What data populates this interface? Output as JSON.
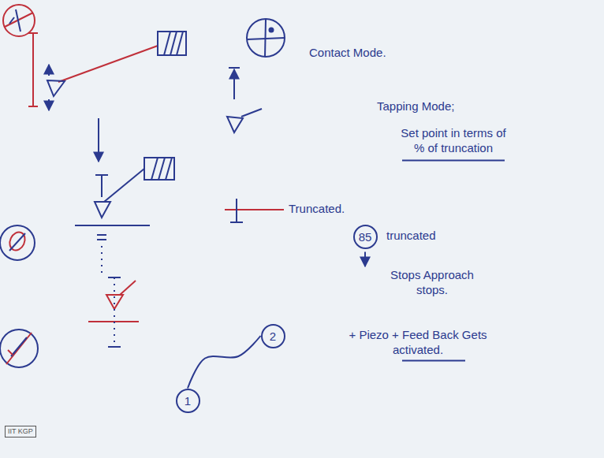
{
  "diagram": {
    "nodes": [
      {
        "text": [
          "85"
        ]
      },
      {
        "text": [
          "1"
        ]
      },
      {
        "text": [
          "2"
        ]
      }
    ],
    "edges": [
      {
        "from": 1,
        "to": 2,
        "arrow": "none"
      }
    ],
    "labels": [
      "Contact Mode.",
      "Tapping Mode;",
      "Set point in terms of % of truncation",
      "Truncated.",
      "truncated",
      "Stops Approach stops.",
      "+ Piezo + Feed Back Gets activated.",
      "IIT KGP"
    ]
  }
}
